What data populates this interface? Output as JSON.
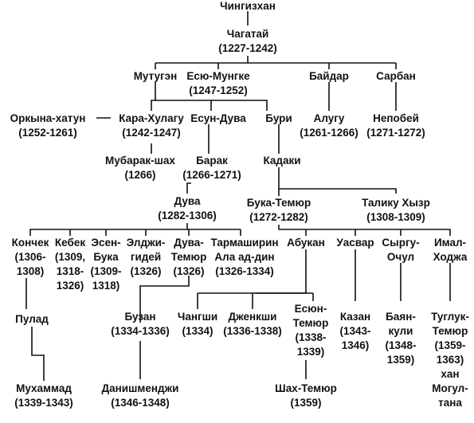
{
  "people": {
    "chingizkhan": {
      "name": "Чингизхан"
    },
    "chagatai": {
      "name": "Чагатай",
      "years": "(1227-1242)"
    },
    "mutugen": {
      "name": "Мутугэн"
    },
    "esu_mungke": {
      "name": "Есю-Мунгке",
      "years": "(1247-1252)"
    },
    "baidar": {
      "name": "Байдар"
    },
    "sarban": {
      "name": "Сарбан"
    },
    "orkina_khatun": {
      "name": "Оркына-хатун",
      "years": "(1252-1261)"
    },
    "kara_khulagu": {
      "name": "Кара-Хулагу",
      "years": "(1242-1247)"
    },
    "esun_duva": {
      "name": "Есун-Дува"
    },
    "buri": {
      "name": "Бури"
    },
    "alugu": {
      "name": "Алугу",
      "years": "(1261-1266)"
    },
    "nepobei": {
      "name": "Непобей",
      "years": "(1271-1272)"
    },
    "mubarak_shah": {
      "name": "Мубарак-шах",
      "years": "(1266)"
    },
    "barak": {
      "name": "Барак",
      "years": "(1266-1271)"
    },
    "kadaki": {
      "name": "Кадаки"
    },
    "duva": {
      "name": "Дува",
      "years": "(1282-1306)"
    },
    "buka_temur": {
      "name": "Бука-Темюр",
      "years": "(1272-1282)"
    },
    "talik_khyzr": {
      "name": "Талику Хызр",
      "years": "(1308-1309)"
    },
    "konchek": {
      "lines": [
        "Кончек",
        "(1306-",
        "1308)"
      ]
    },
    "kebek": {
      "lines": [
        "Кебек",
        "(1309,",
        "1318-",
        "1326)"
      ]
    },
    "esen_buka": {
      "lines": [
        "Эсен-",
        "Бука",
        "(1309-",
        "1318)"
      ]
    },
    "eldzhigidei": {
      "lines": [
        "Элджи-",
        "гидей",
        "(1326)"
      ]
    },
    "duva_temur": {
      "lines": [
        "Дува-",
        "Темюр",
        "(1326)"
      ]
    },
    "tarmashirin": {
      "lines": [
        "Тармаширин",
        "Ала ад-дин",
        "(1326-1334)"
      ]
    },
    "abukan": {
      "name": "Абукан"
    },
    "uasvar": {
      "name": "Уасвар"
    },
    "syrgu_ochul": {
      "lines": [
        "Сыргу-",
        "Очул"
      ]
    },
    "imal_khodzha": {
      "lines": [
        "Имал-",
        "Ходжа"
      ]
    },
    "pulad": {
      "name": "Пулад"
    },
    "buzan": {
      "name": "Бузан",
      "years": "(1334-1336)"
    },
    "changshi": {
      "name": "Чангши",
      "years": "(1334)"
    },
    "dzhenkshi": {
      "name": "Дженкши",
      "years": "(1336-1338)"
    },
    "esun_temur": {
      "lines": [
        "Есюн-",
        "Темюр",
        "(1338-",
        "1339)"
      ]
    },
    "kazan": {
      "lines": [
        "Казан",
        "(1343-",
        "1346)"
      ]
    },
    "bayan_kuli": {
      "lines": [
        "Баян-",
        "кули",
        "(1348-",
        "1359)"
      ]
    },
    "tugluk_temur": {
      "lines": [
        "Туглук-",
        "Темюр",
        "(1359-",
        "1363)",
        "хан",
        "Могул-",
        "тана"
      ]
    },
    "mukhammad": {
      "name": "Мухаммад",
      "years": "(1339-1343)"
    },
    "danishmendzhi": {
      "name": "Данишменджи",
      "years": "(1346-1348)"
    },
    "shah_temur": {
      "name": "Шах-Темюр",
      "years": "(1359)"
    }
  }
}
